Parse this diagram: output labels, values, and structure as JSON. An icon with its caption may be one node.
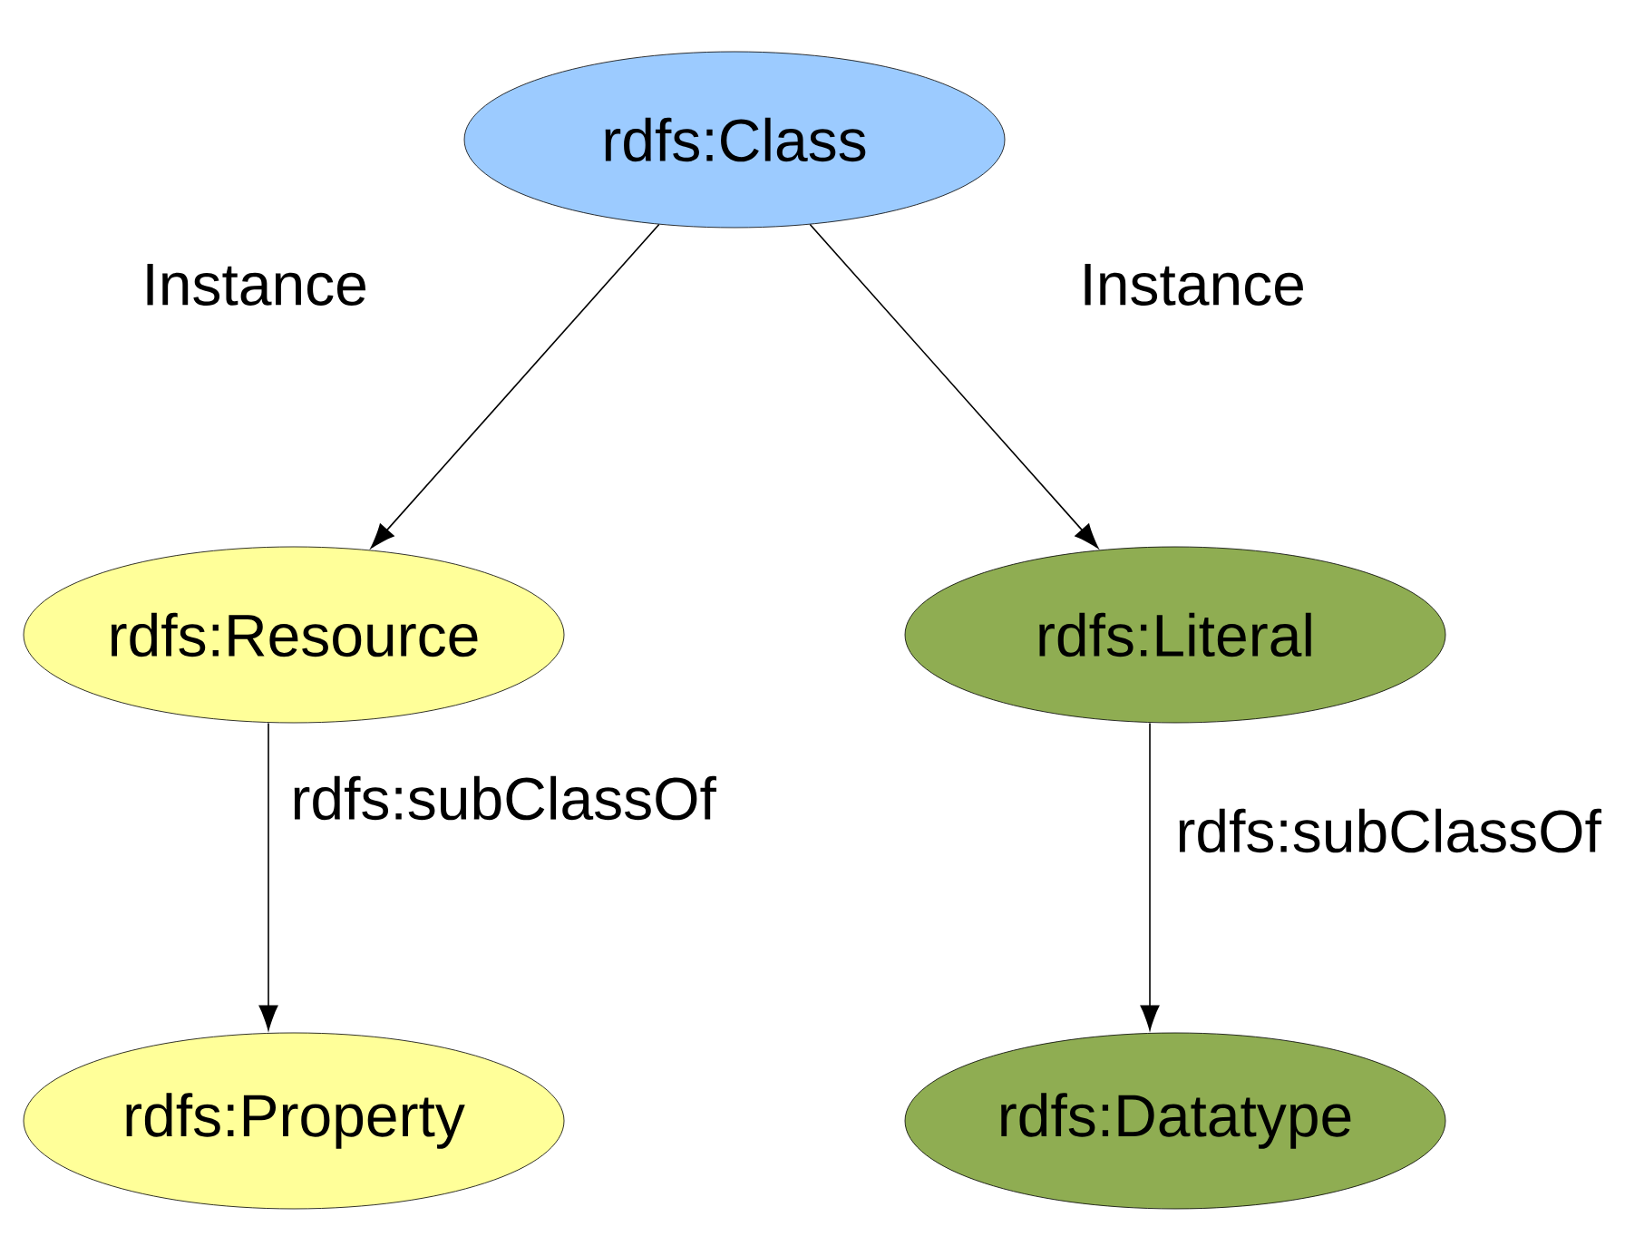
{
  "diagram": {
    "nodes": [
      {
        "text": [
          "rdfs:Class"
        ]
      },
      {
        "text": [
          "rdfs:Resource"
        ]
      },
      {
        "text": [
          "rdfs:Literal"
        ]
      },
      {
        "text": [
          "rdfs:Property"
        ]
      },
      {
        "text": [
          "rdfs:Datatype"
        ]
      }
    ],
    "edges": [
      {
        "from": 0,
        "to": 1,
        "arrow": "to",
        "label": "Instance"
      },
      {
        "from": 0,
        "to": 2,
        "arrow": "to",
        "label": "Instance"
      },
      {
        "from": 1,
        "to": 3,
        "arrow": "to",
        "label": "rdfs:subClassOf"
      },
      {
        "from": 2,
        "to": 4,
        "arrow": "to",
        "label": "rdfs:subClassOf"
      }
    ]
  }
}
